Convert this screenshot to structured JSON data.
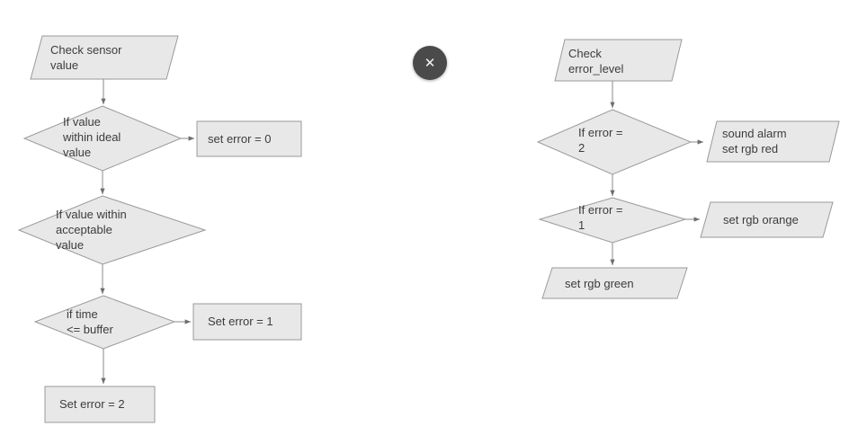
{
  "canvas": {
    "background": "#ffffff",
    "shape_fill": "#e8e8e8",
    "shape_stroke": "#9a9a9a",
    "text_color": "#3c3c3c",
    "connector_color": "#7a7a7a"
  },
  "close_button": {
    "name": "close",
    "glyph": "✕",
    "background": "#4a4a4a",
    "glyph_color": "#f2f2f2"
  },
  "left_flowchart": {
    "title": "sensor value error assignment",
    "nodes": [
      {
        "id": "check-sensor-value",
        "shape": "parallelogram",
        "text": "Check sensor\nvalue"
      },
      {
        "id": "if-value-within-ideal-value",
        "shape": "diamond",
        "text": "If value\nwithin ideal\nvalue"
      },
      {
        "id": "set-error-0",
        "shape": "rectangle",
        "text": "set error = 0"
      },
      {
        "id": "if-value-within-acceptable-value",
        "shape": "diamond",
        "text": "If value within\nacceptable\nvalue"
      },
      {
        "id": "if-time-less-equal-buffer",
        "shape": "diamond",
        "text": "if time\n<= buffer"
      },
      {
        "id": "set-error-1",
        "shape": "rectangle",
        "text": "Set error = 1"
      },
      {
        "id": "set-error-2",
        "shape": "rectangle",
        "text": "Set error = 2"
      }
    ]
  },
  "right_flowchart": {
    "title": "error level to rgb output",
    "nodes": [
      {
        "id": "check-error-level",
        "shape": "parallelogram",
        "text": "Check\nerror_level"
      },
      {
        "id": "if-error-2",
        "shape": "diamond",
        "text": "If error =\n2"
      },
      {
        "id": "sound-alarm-set-rgb-red",
        "shape": "parallelogram",
        "text": "sound alarm\nset rgb red"
      },
      {
        "id": "if-error-1",
        "shape": "diamond",
        "text": "If error =\n1"
      },
      {
        "id": "set-rgb-orange",
        "shape": "parallelogram",
        "text": "set rgb orange"
      },
      {
        "id": "set-rgb-green",
        "shape": "parallelogram",
        "text": "set rgb green"
      }
    ]
  }
}
